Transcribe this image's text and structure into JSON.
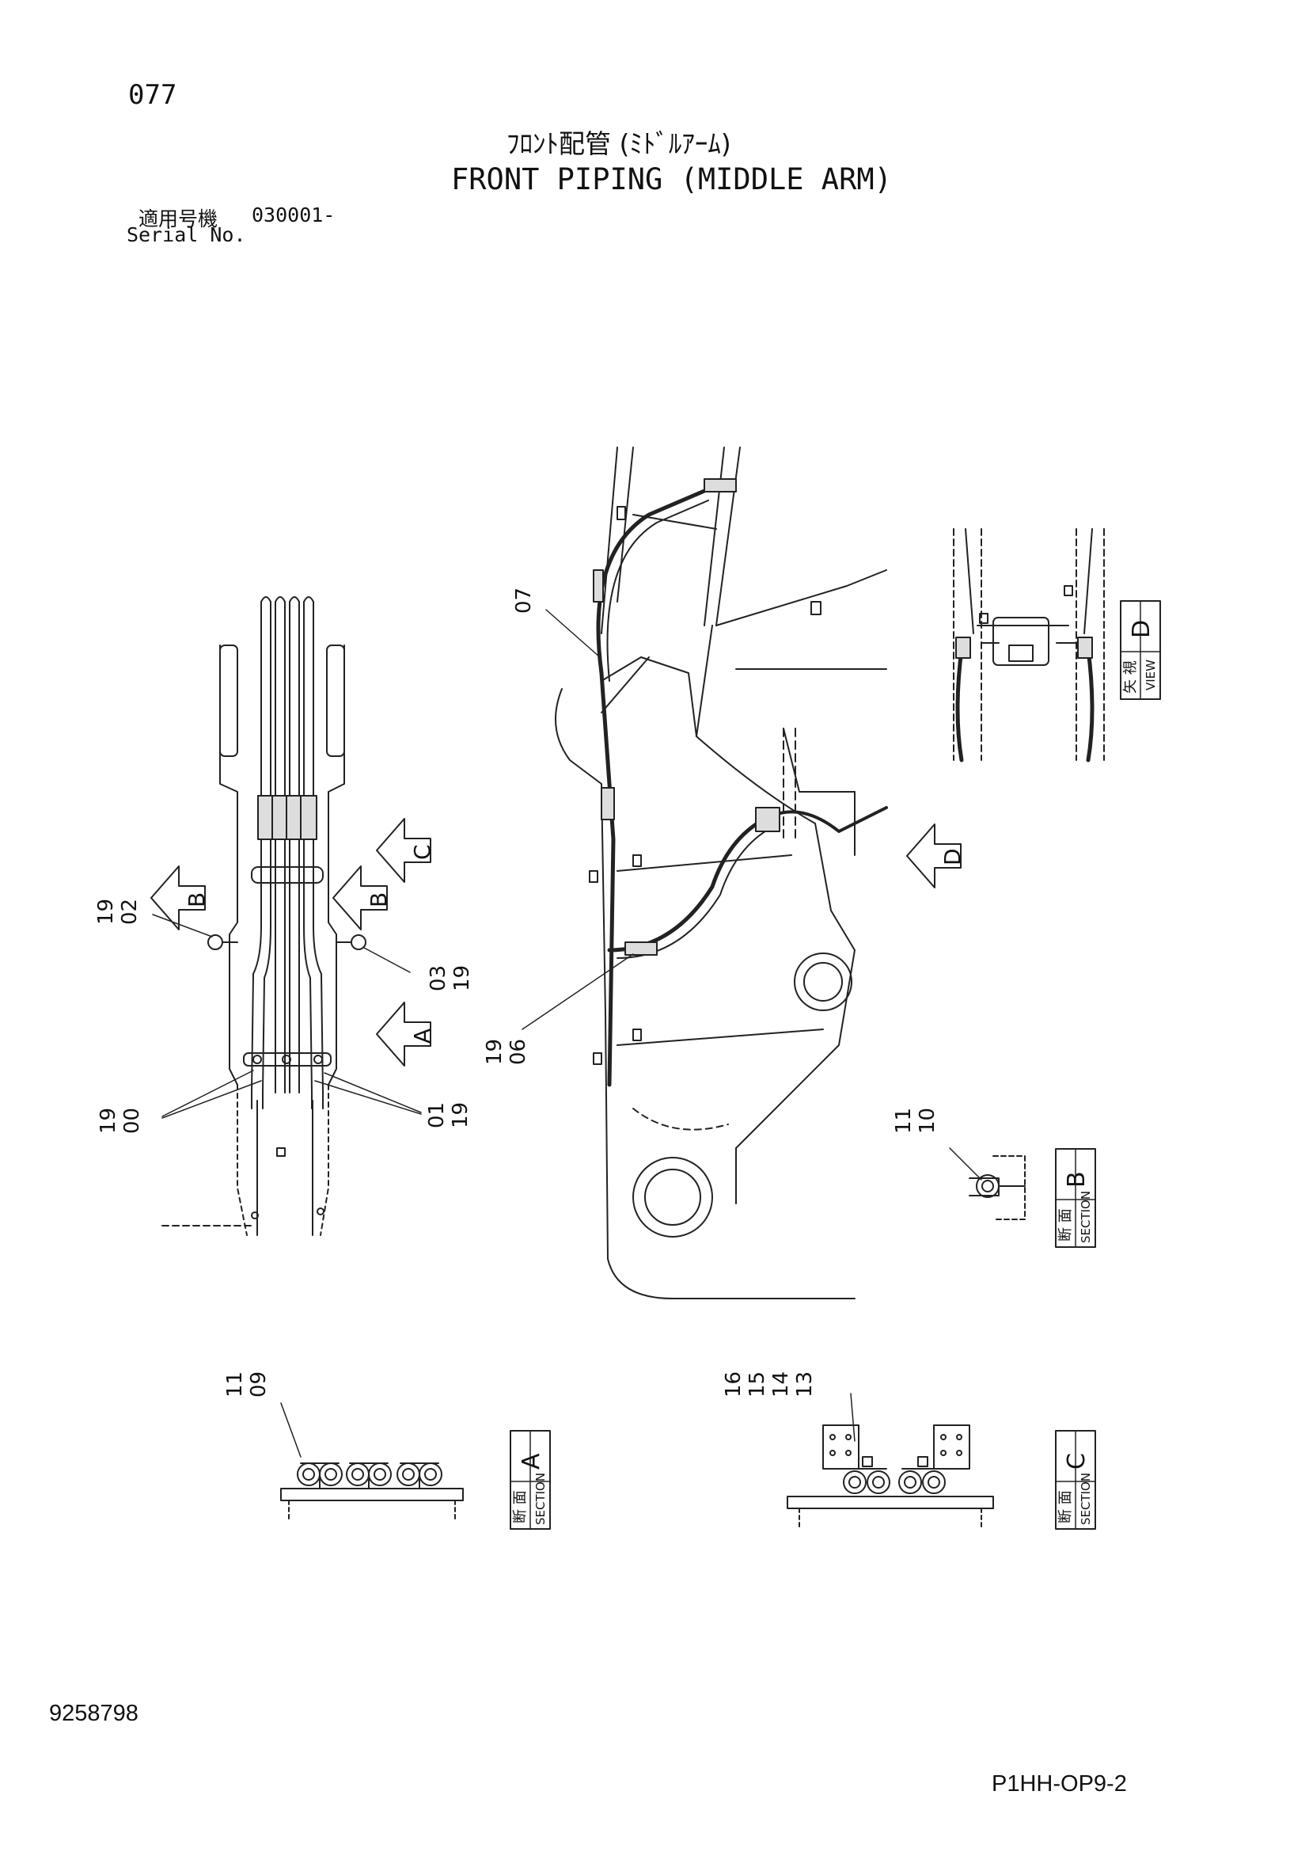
{
  "header": {
    "page_number": "077",
    "title_jp": "ﾌﾛﾝﾄ配管 (ﾐﾄﾞﾙｱｰﾑ)",
    "title_en": "FRONT PIPING (MIDDLE ARM)",
    "serial_label_jp": "適用号機",
    "serial_value": "030001-",
    "serial_label_en": "Serial No."
  },
  "callouts": {
    "c19_02": [
      "19",
      "02"
    ],
    "c03_19": [
      "03",
      "19"
    ],
    "c19_00": [
      "19",
      "00"
    ],
    "c01_19": [
      "01",
      "19"
    ],
    "c07": "07",
    "c19_06": [
      "19",
      "06"
    ],
    "c11_10": [
      "11",
      "10"
    ],
    "c11_09": [
      "11",
      "09"
    ],
    "c16_13": [
      "16",
      "15",
      "14",
      "13"
    ]
  },
  "view_arrows": {
    "b_left": "B",
    "b_right": "B",
    "c": "C",
    "a": "A",
    "d": "D"
  },
  "section_boxes": {
    "view_d": {
      "jp": "矢 視",
      "en": "VIEW",
      "letter": "D"
    },
    "section_b": {
      "jp": "断 面",
      "en": "SECTION",
      "letter": "B"
    },
    "section_a": {
      "jp": "断 面",
      "en": "SECTION",
      "letter": "A"
    },
    "section_c": {
      "jp": "断 面",
      "en": "SECTION",
      "letter": "C"
    }
  },
  "footer": {
    "doc_number": "9258798",
    "figure_code": "P1HH-OP9-2"
  }
}
